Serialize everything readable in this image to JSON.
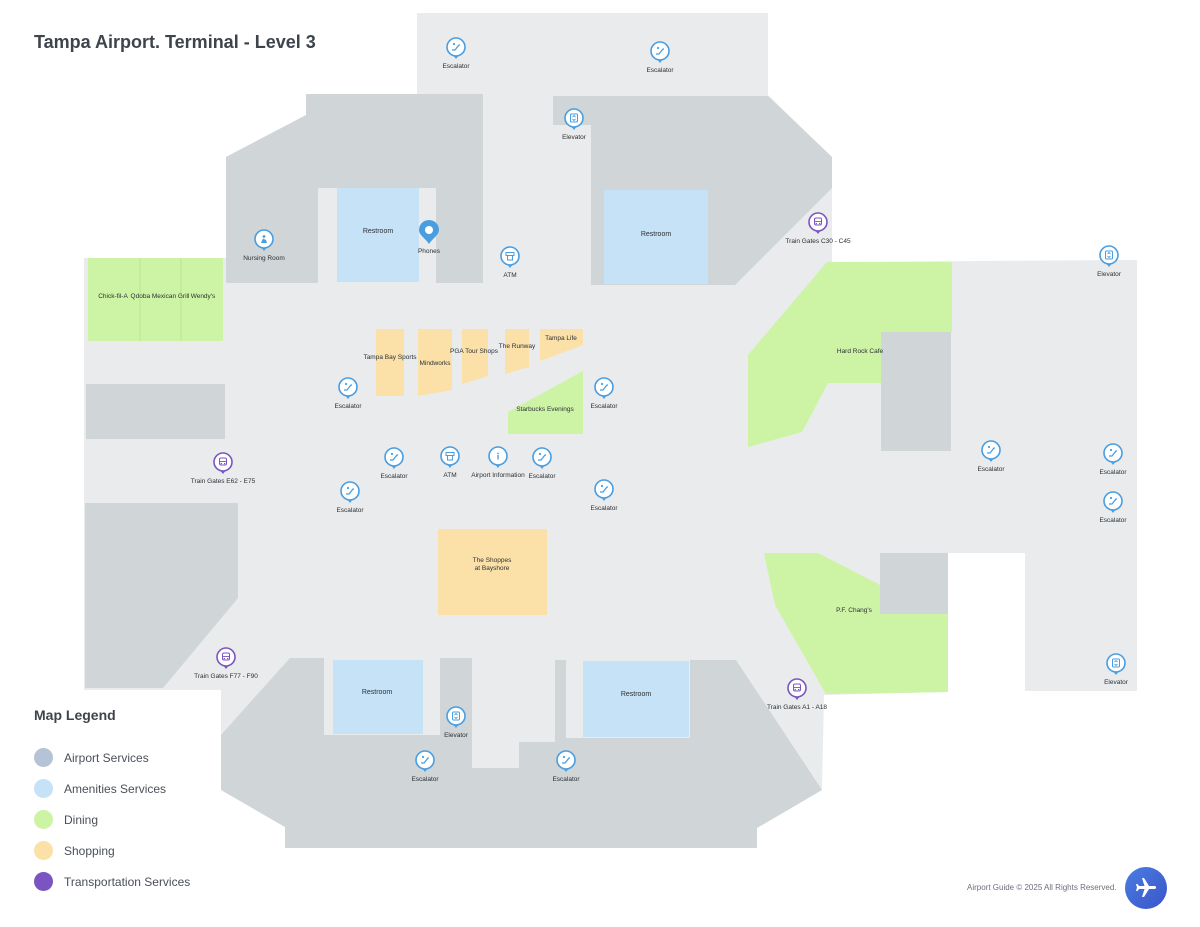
{
  "title": "Tampa Airport. Terminal  - Level 3",
  "legend": {
    "title": "Map Legend",
    "items": [
      {
        "label": "Airport Services",
        "color": "#b5c3d6"
      },
      {
        "label": "Amenities Services",
        "color": "#c5e2f7"
      },
      {
        "label": "Dining",
        "color": "#cdf4a4"
      },
      {
        "label": "Shopping",
        "color": "#fbe1a8"
      },
      {
        "label": "Transportation Services",
        "color": "#7a55c2"
      }
    ]
  },
  "colors": {
    "floor": "#e9ebec",
    "service_area": "#d0d5d8",
    "amenity": "#c5e2f7",
    "dining": "#cdf4a4",
    "shopping": "#fbe1a8",
    "poi_blue": "#4a9ee0",
    "poi_purple": "#7a55c2"
  },
  "rooms": {
    "restroom_1": "Restroom",
    "restroom_2": "Restroom",
    "restroom_3": "Restroom",
    "restroom_4": "Restroom",
    "chick_fil_a": "Chick-fil-A",
    "qdoba": "Qdoba Mexican Grill",
    "wendys": "Wendy's",
    "tampa_bay_sports": "Tampa Bay Sports",
    "mindworks": "Mindworks",
    "pga_tour_shops": "PGA Tour Shops",
    "the_runway": "The Runway",
    "tampa_life": "Tampa Life",
    "starbucks": "Starbucks Evenings",
    "hard_rock": "Hard Rock Cafe",
    "shoppes_line1": "The Shoppes",
    "shoppes_line2": "at Bayshore",
    "pf_changs": "P.F. Chang's"
  },
  "pois": [
    {
      "label": "Escalator",
      "icon": "escalator-icon",
      "kind": "blue"
    },
    {
      "label": "Escalator",
      "icon": "escalator-icon",
      "kind": "blue"
    },
    {
      "label": "Elevator",
      "icon": "elevator-icon",
      "kind": "blue"
    },
    {
      "label": "Nursing Room",
      "icon": "nursing-room-icon",
      "kind": "blue"
    },
    {
      "label": "Phones",
      "icon": "phone-location-pin-icon",
      "kind": "pin"
    },
    {
      "label": "ATM",
      "icon": "atm-icon",
      "kind": "blue"
    },
    {
      "label": "Train Gates C30 - C45",
      "icon": "train-icon",
      "kind": "purple"
    },
    {
      "label": "Elevator",
      "icon": "elevator-icon",
      "kind": "blue"
    },
    {
      "label": "Escalator",
      "icon": "escalator-icon",
      "kind": "blue"
    },
    {
      "label": "Escalator",
      "icon": "escalator-icon",
      "kind": "blue"
    },
    {
      "label": "Train Gates E62 - E75",
      "icon": "train-icon",
      "kind": "purple"
    },
    {
      "label": "Escalator",
      "icon": "escalator-icon",
      "kind": "blue"
    },
    {
      "label": "ATM",
      "icon": "atm-icon",
      "kind": "blue"
    },
    {
      "label": "Airport Information",
      "icon": "info-icon",
      "kind": "blue"
    },
    {
      "label": "Escalator",
      "icon": "escalator-icon",
      "kind": "blue"
    },
    {
      "label": "Escalator",
      "icon": "escalator-icon",
      "kind": "blue"
    },
    {
      "label": "Escalator",
      "icon": "escalator-icon",
      "kind": "blue"
    },
    {
      "label": "Escalator",
      "icon": "escalator-icon",
      "kind": "blue"
    },
    {
      "label": "Escalator",
      "icon": "escalator-icon",
      "kind": "blue"
    },
    {
      "label": "Escalator",
      "icon": "escalator-icon",
      "kind": "blue"
    },
    {
      "label": "Train Gates F77 - F90",
      "icon": "train-icon",
      "kind": "purple"
    },
    {
      "label": "Train Gates A1 - A18",
      "icon": "train-icon",
      "kind": "purple"
    },
    {
      "label": "Elevator",
      "icon": "elevator-icon",
      "kind": "blue"
    },
    {
      "label": "Elevator",
      "icon": "elevator-icon",
      "kind": "blue"
    },
    {
      "label": "Escalator",
      "icon": "escalator-icon",
      "kind": "blue"
    },
    {
      "label": "Escalator",
      "icon": "escalator-icon",
      "kind": "blue"
    }
  ],
  "copyright": "Airport Guide © 2025 All Rights Reserved.",
  "fab_icon": "airplane-icon"
}
